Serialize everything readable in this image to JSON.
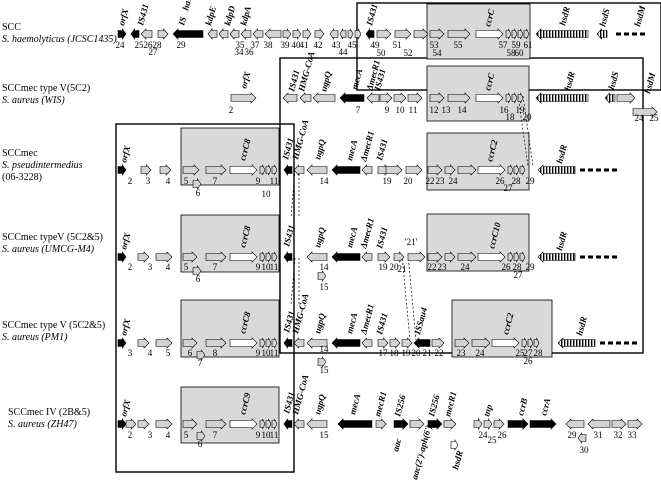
{
  "rows": [
    {
      "title": "SCC",
      "strain": "S. haemolyticus (JCSC1435)",
      "genes": [
        "orfX",
        "IS431",
        "ISha1",
        "kdpE",
        "kdpD",
        "kdpA",
        "IS431",
        "ccrC",
        "hsdR",
        "hsdS",
        "hsdM"
      ],
      "numbers": [
        "24",
        "25",
        "26",
        "27",
        "28",
        "29",
        "34",
        "35",
        "36",
        "37",
        "38",
        "39",
        "40",
        "41",
        "42",
        "43",
        "44",
        "45",
        "49",
        "50",
        "51",
        "52",
        "53",
        "54",
        "55",
        "57",
        "58",
        "59",
        "60",
        "61"
      ]
    },
    {
      "title": "SCCmec type V(5C2)",
      "strain": "S. aureus (WIS)",
      "genes": [
        "orfX",
        "IS431",
        "HMG-CoA",
        "ugpQ",
        "mecA",
        "ΔmecR1",
        "IS431",
        "ccrC",
        "hsdR",
        "hsdS",
        "hsdM"
      ],
      "numbers": [
        "2",
        "7",
        "9",
        "10",
        "11",
        "12",
        "13",
        "14",
        "16",
        "18",
        "19",
        "20",
        "24",
        "25"
      ]
    },
    {
      "title": "SCCmec",
      "strain": "S. pseudintermedius",
      "strain2": "(06-3228)",
      "genes": [
        "orfX",
        "IS431",
        "HMG-CoA",
        "ugpQ",
        "mecA",
        "ΔmecR1",
        "IS431",
        "ccrC8",
        "ccrC2",
        "hsdR"
      ],
      "numbers": [
        "2",
        "3",
        "4",
        "5",
        "6",
        "7",
        "9",
        "10",
        "11",
        "14",
        "19",
        "20",
        "22",
        "23",
        "24",
        "26",
        "27",
        "28",
        "29"
      ]
    },
    {
      "title": "SCCmec typeV (5C2&5)",
      "strain": "S. aureus (UMCG-M4)",
      "genes": [
        "orfX",
        "IS431",
        "ugpQ",
        "mecA",
        "ΔmecR1",
        "IS431",
        "ccrC8",
        "ccrC10",
        "hsdR"
      ],
      "numbers": [
        "2",
        "3",
        "4",
        "5",
        "6",
        "7",
        "9",
        "10",
        "11",
        "14",
        "15",
        "19",
        "20",
        "21",
        "22",
        "23",
        "24",
        "26",
        "27",
        "28",
        "29"
      ],
      "annotation": "'21'"
    },
    {
      "title": "SCCmec type V (5C2&5)",
      "strain": "S. aureus (PM1)",
      "genes": [
        "orfX",
        "IS431",
        "HMG-CoA",
        "ugpQ",
        "mecA",
        "ΔmecR1",
        "IS431",
        "ISSau4",
        "ccrC8",
        "ccrC2",
        "hsdR"
      ],
      "numbers": [
        "3",
        "4",
        "5",
        "6",
        "7",
        "8",
        "9",
        "10",
        "11",
        "14",
        "15",
        "17",
        "18",
        "19",
        "20",
        "21",
        "22",
        "23",
        "24",
        "25",
        "26",
        "27",
        "28"
      ]
    },
    {
      "title": "SCCmec IV (2B&5)",
      "strain": "S. aureus (ZH47)",
      "genes": [
        "orfX",
        "IS431",
        "HMG-CoA",
        "ugpQ",
        "mecA",
        "mecR1",
        "IS256",
        "aac",
        "aac(2')-aph(6')",
        "IS256",
        "mecR1",
        "hsdR",
        "tnp",
        "ccrB",
        "ccrA",
        "ccrC9"
      ],
      "numbers": [
        "2",
        "3",
        "4",
        "5",
        "6",
        "7",
        "9",
        "10",
        "11",
        "15",
        "24",
        "25",
        "26",
        "29",
        "30",
        "31",
        "32",
        "33"
      ]
    }
  ],
  "colors": {
    "black": "#000000",
    "grey_arrow": "#d3d3d3",
    "box_fill": "#d9d9d9",
    "white": "#ffffff"
  }
}
